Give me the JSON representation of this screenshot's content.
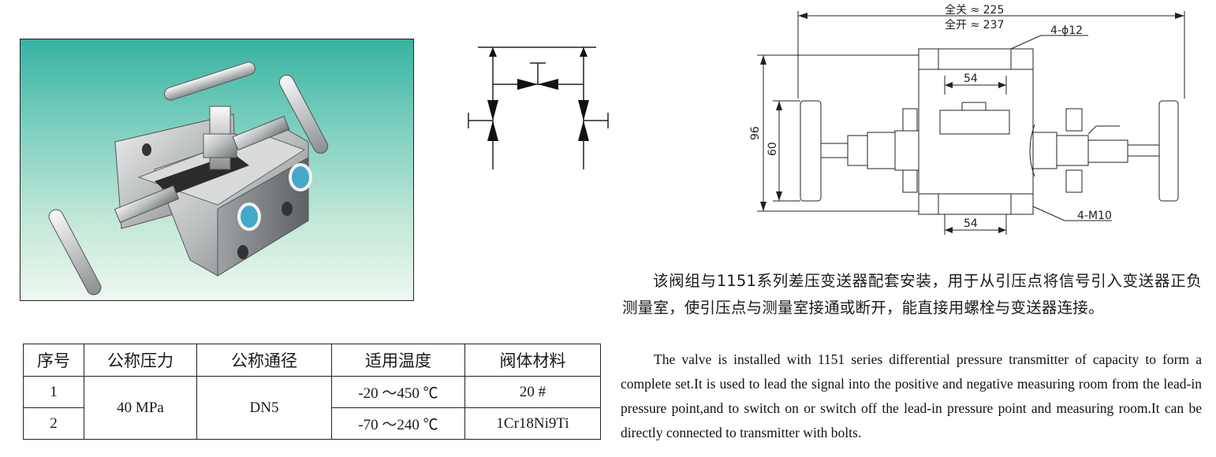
{
  "photo": {
    "alt": "product-photo"
  },
  "drawing": {
    "dim_closed": "全关 ≈ 225",
    "dim_open": "全开 ≈ 237",
    "hole_label": "4-ϕ12",
    "dim_top": "54",
    "dim_bottom": "54",
    "dim_height_outer": "96",
    "dim_height_inner": "60",
    "thread_label": "4-M10"
  },
  "spec_table": {
    "headers": [
      "序号",
      "公称压力",
      "公称通径",
      "适用温度",
      "阀体材料"
    ],
    "rows": [
      {
        "no": "1",
        "temperature": "-20 ～450 ℃",
        "material": "20 #"
      },
      {
        "no": "2",
        "temperature": "-70 ～240 ℃",
        "material": "1Cr18Ni9Ti"
      }
    ],
    "pressure": "40 MPa",
    "diameter": "DN5"
  },
  "description": {
    "chinese": "该阀组与1151系列差压变送器配套安装，用于从引压点将信号引入变送器正负测量室，使引压点与测量室接通或断开，能直接用螺栓与变送器连接。",
    "english": "The valve is installed with 1151 series differential pressure transmitter of capacity to form a complete set.It is used to lead the signal into the positive and negative measuring room from the lead-in pressure point,and to switch on or switch off the lead-in pressure point and measuring room.It can be directly connected to transmitter with bolts."
  }
}
